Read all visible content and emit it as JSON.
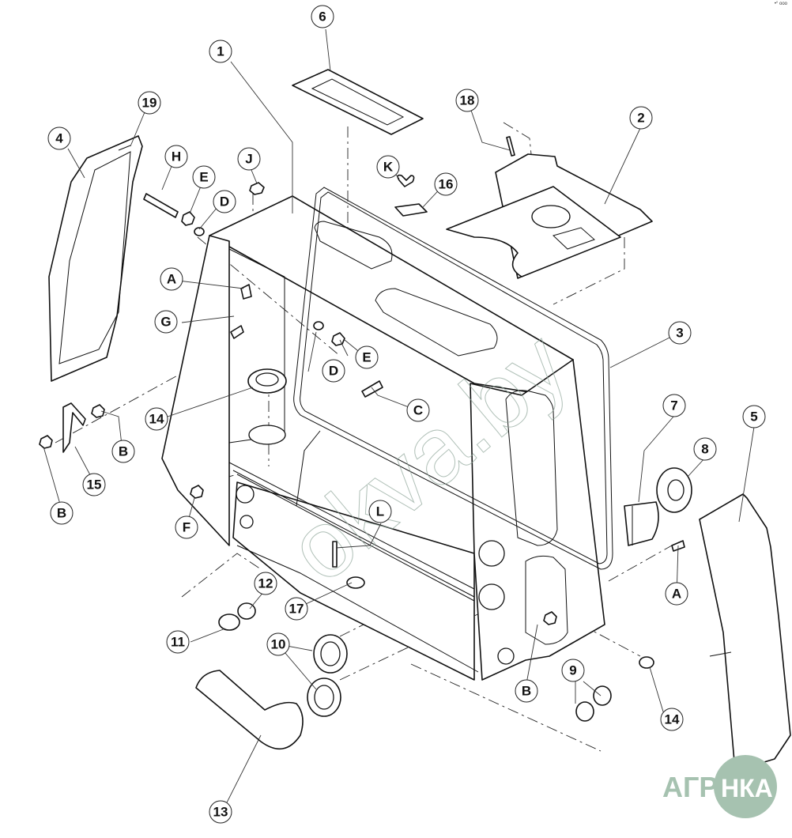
{
  "diagram": {
    "title": "Exploded parts view — frame assembly",
    "callouts": [
      {
        "id": "c1",
        "label": "1"
      },
      {
        "id": "c2",
        "label": "2"
      },
      {
        "id": "c3",
        "label": "3"
      },
      {
        "id": "c4",
        "label": "4"
      },
      {
        "id": "c5",
        "label": "5"
      },
      {
        "id": "c6",
        "label": "6"
      },
      {
        "id": "c7",
        "label": "7"
      },
      {
        "id": "c8",
        "label": "8"
      },
      {
        "id": "c9",
        "label": "9"
      },
      {
        "id": "c10",
        "label": "10"
      },
      {
        "id": "c11",
        "label": "11"
      },
      {
        "id": "c12",
        "label": "12"
      },
      {
        "id": "c13",
        "label": "13"
      },
      {
        "id": "c14a",
        "label": "14"
      },
      {
        "id": "c14b",
        "label": "14"
      },
      {
        "id": "c15",
        "label": "15"
      },
      {
        "id": "c16",
        "label": "16"
      },
      {
        "id": "c17",
        "label": "17"
      },
      {
        "id": "c18",
        "label": "18"
      },
      {
        "id": "c19",
        "label": "19"
      },
      {
        "id": "cA1",
        "label": "A"
      },
      {
        "id": "cA2",
        "label": "A"
      },
      {
        "id": "cB1",
        "label": "B"
      },
      {
        "id": "cB2",
        "label": "B"
      },
      {
        "id": "cB3",
        "label": "B"
      },
      {
        "id": "cC",
        "label": "C"
      },
      {
        "id": "cD1",
        "label": "D"
      },
      {
        "id": "cD2",
        "label": "D"
      },
      {
        "id": "cE1",
        "label": "E"
      },
      {
        "id": "cE2",
        "label": "E"
      },
      {
        "id": "cF",
        "label": "F"
      },
      {
        "id": "cG",
        "label": "G"
      },
      {
        "id": "cH",
        "label": "H"
      },
      {
        "id": "cJ",
        "label": "J"
      },
      {
        "id": "cK",
        "label": "K"
      },
      {
        "id": "cL",
        "label": "L"
      }
    ],
    "watermark": "okva.by",
    "logo": {
      "text_left": "АГРО",
      "text_right": "НКА",
      "color": "#a6c2b0"
    },
    "corner_mark": "•° ooo"
  }
}
